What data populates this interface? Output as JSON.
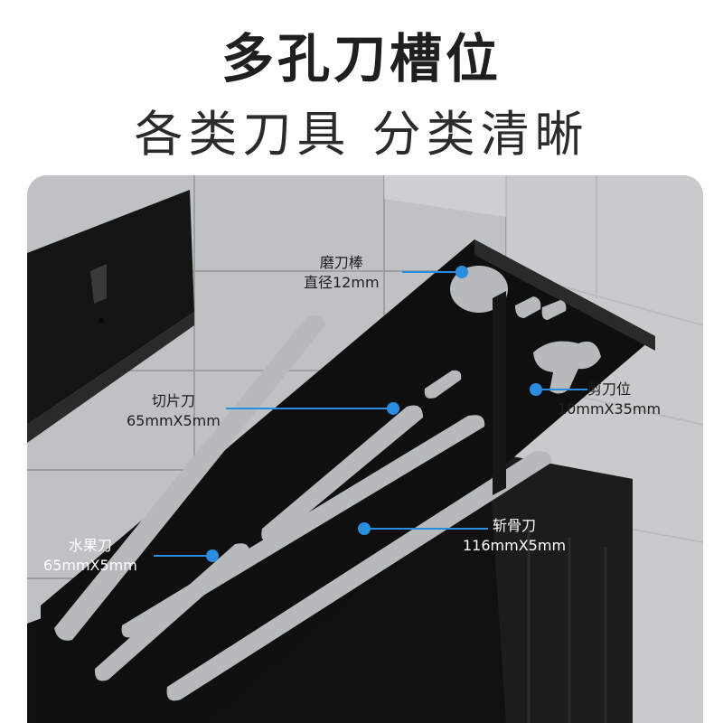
{
  "heading": {
    "main": "多孔刀槽位",
    "sub": "各类刀具 分类清晰"
  },
  "callouts": [
    {
      "key": "sharpening-rod",
      "name": "磨刀棒",
      "size": "直径12mm"
    },
    {
      "key": "slicing-knife",
      "name": "切片刀",
      "size": "65mmX5mm"
    },
    {
      "key": "scissors",
      "name": "剪刀位",
      "size": "10mmX35mm"
    },
    {
      "key": "fruit-knife",
      "name": "水果刀",
      "size": "65mmX5mm"
    },
    {
      "key": "bone-chopper",
      "name": "斩骨刀",
      "size": "116mmX5mm"
    }
  ],
  "colors": {
    "accent_dot": "#2a8de0",
    "rack": "#121212",
    "tile": "#c7c9cb"
  }
}
